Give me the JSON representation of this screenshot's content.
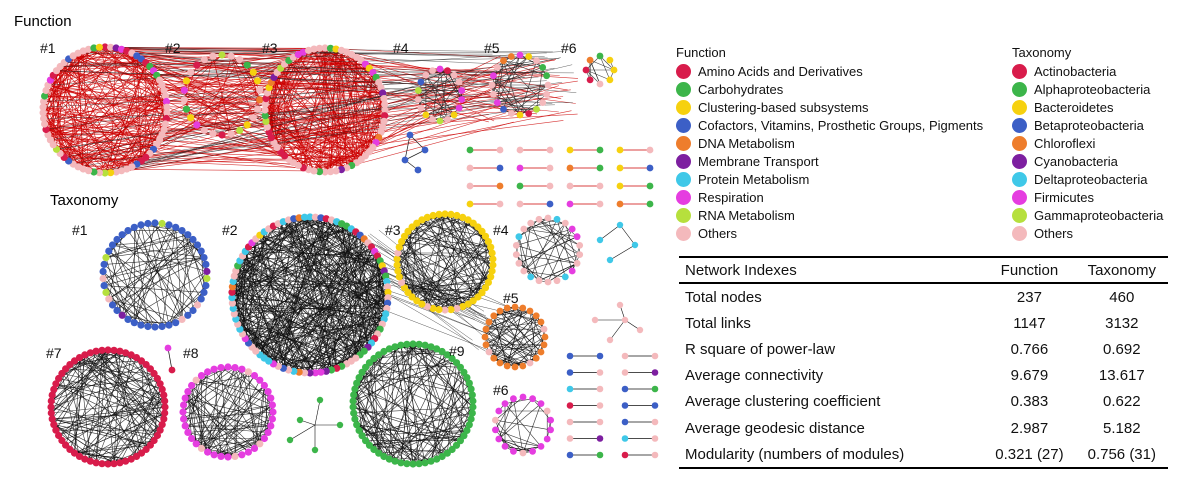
{
  "panels": {
    "function_title": "Function",
    "taxonomy_title": "Taxonomy"
  },
  "function_modules": [
    "#1",
    "#2",
    "#3",
    "#4",
    "#5",
    "#6"
  ],
  "taxonomy_modules": [
    "#1",
    "#2",
    "#3",
    "#4",
    "#5",
    "#6",
    "#7",
    "#8",
    "#9"
  ],
  "legend_function": {
    "title": "Function",
    "items": [
      {
        "label": "Amino Acids and Derivatives",
        "color": "#d81c4b"
      },
      {
        "label": "Carbohydrates",
        "color": "#3cb54a"
      },
      {
        "label": "Clustering-based subsystems",
        "color": "#f6d10f"
      },
      {
        "label": "Cofactors, Vitamins, Prosthetic Groups, Pigments",
        "color": "#3c5fc6"
      },
      {
        "label": "DNA Metabolism",
        "color": "#ee7d2c"
      },
      {
        "label": "Membrane Transport",
        "color": "#7d1fa0"
      },
      {
        "label": "Protein Metabolism",
        "color": "#3fc8e8"
      },
      {
        "label": "Respiration",
        "color": "#e53de0"
      },
      {
        "label": "RNA Metabolism",
        "color": "#b6e03d"
      },
      {
        "label": "Others",
        "color": "#f4b9bc"
      }
    ]
  },
  "legend_taxonomy": {
    "title": "Taxonomy",
    "items": [
      {
        "label": "Actinobacteria",
        "color": "#d81c4b"
      },
      {
        "label": "Alphaproteobacteria",
        "color": "#3cb54a"
      },
      {
        "label": "Bacteroidetes",
        "color": "#f6d10f"
      },
      {
        "label": "Betaproteobacteria",
        "color": "#3c5fc6"
      },
      {
        "label": "Chloroflexi",
        "color": "#ee7d2c"
      },
      {
        "label": "Cyanobacteria",
        "color": "#7d1fa0"
      },
      {
        "label": "Deltaproteobacteria",
        "color": "#3fc8e8"
      },
      {
        "label": "Firmicutes",
        "color": "#e53de0"
      },
      {
        "label": "Gammaproteobacteria",
        "color": "#b6e03d"
      },
      {
        "label": "Others",
        "color": "#f4b9bc"
      }
    ]
  },
  "table": {
    "headers": [
      "Network Indexes",
      "Function",
      "Taxonomy"
    ],
    "rows": [
      [
        "Total nodes",
        "237",
        "460"
      ],
      [
        "Total links",
        "1147",
        "3132"
      ],
      [
        "R square of power-law",
        "0.766",
        "0.692"
      ],
      [
        "Average connectivity",
        "9.679",
        "13.617"
      ],
      [
        "Average clustering coefficient",
        "0.383",
        "0.622"
      ],
      [
        "Average geodesic distance",
        "2.987",
        "5.182"
      ],
      [
        "Modularity (numbers of modules)",
        "0.321 (27)",
        "0.756 (31)"
      ]
    ]
  }
}
